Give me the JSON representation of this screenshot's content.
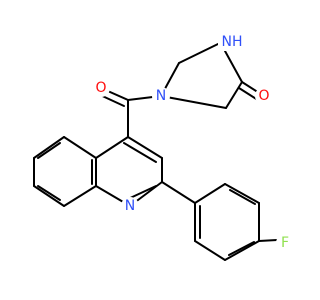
{
  "molecule": {
    "atoms": {
      "O_carbonyl": {
        "label": "O",
        "color": "#FF0D0D"
      },
      "N_piperazine": {
        "label": "N",
        "color": "#3050F8"
      },
      "NH_piperazine": {
        "label": "NH",
        "color": "#3050F8"
      },
      "O_lactam": {
        "label": "O",
        "color": "#FF0D0D"
      },
      "N_quinoline": {
        "label": "N",
        "color": "#3050F8"
      },
      "F": {
        "label": "F",
        "color": "#90E050"
      }
    }
  }
}
